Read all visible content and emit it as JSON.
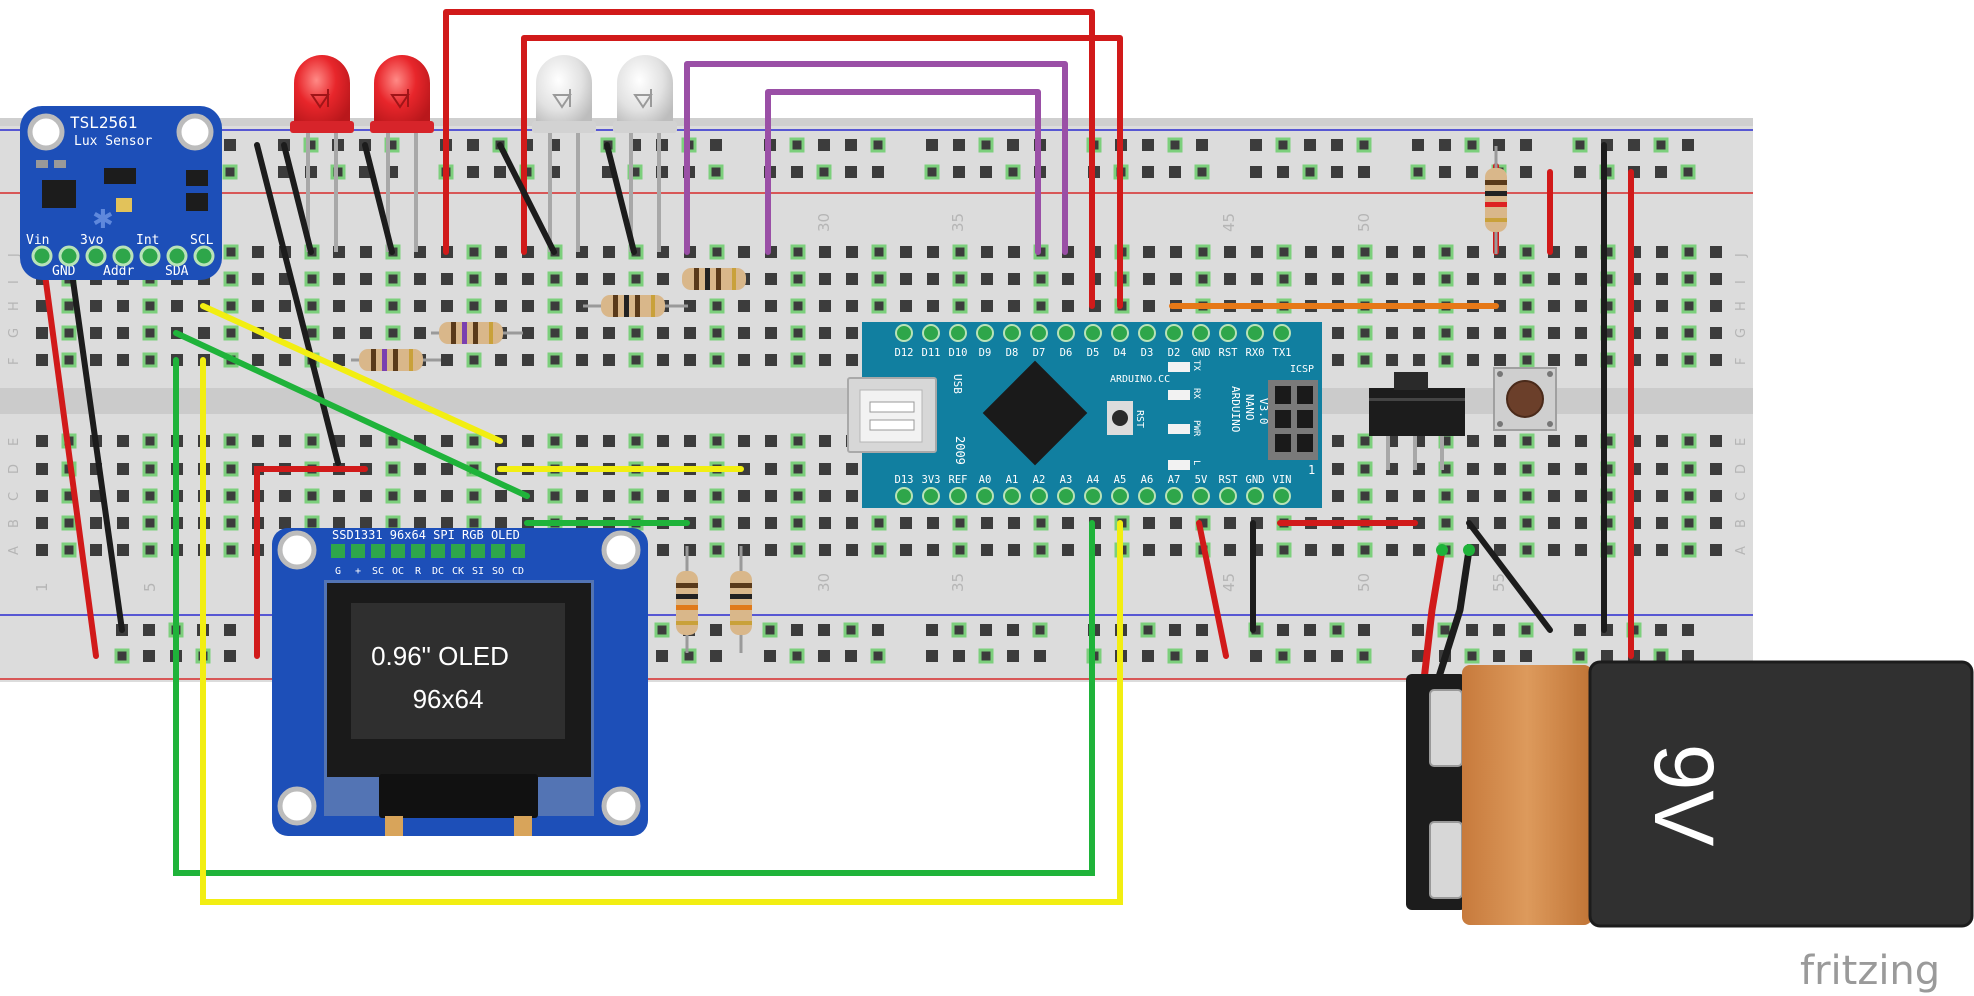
{
  "breadboard": {
    "col_numbers": [
      "1",
      "5",
      "30",
      "35",
      "45",
      "50",
      "55"
    ],
    "row_letters": [
      "J",
      "I",
      "H",
      "G",
      "F",
      "E",
      "D",
      "C",
      "B",
      "A"
    ]
  },
  "sensor": {
    "name": "TSL2561",
    "subtitle": "Lux Sensor",
    "pin_labels": [
      "Vin",
      "3vo",
      "Int",
      "SCL",
      "GND",
      "Addr",
      "SDA"
    ]
  },
  "oled": {
    "header": "SSD1331 96x64 SPI RGB OLED",
    "pins": [
      "G",
      "+",
      "SC",
      "OC",
      "R",
      "DC",
      "CK",
      "SI",
      "SO",
      "CD"
    ],
    "screen_line1": "0.96\" OLED",
    "screen_line2": "96x64"
  },
  "arduino": {
    "top_pins": [
      "D12",
      "D11",
      "D10",
      "D9",
      "D8",
      "D7",
      "D6",
      "D5",
      "D4",
      "D3",
      "D2",
      "GND",
      "RST",
      "RX0",
      "TX1"
    ],
    "bottom_pins": [
      "D13",
      "3V3",
      "REF",
      "A0",
      "A1",
      "A2",
      "A3",
      "A4",
      "A5",
      "A6",
      "A7",
      "5V",
      "RST",
      "GND",
      "VIN"
    ],
    "usb": "USB",
    "year": "2009",
    "brand": "ARDUINO.CC",
    "tx": "TX",
    "rx": "RX",
    "pwr": "PWR",
    "l": "L",
    "rst": "RST",
    "icsp": "ICSP",
    "model": [
      "ARDUINO",
      "NANO",
      "V3.0"
    ],
    "pin1": "1"
  },
  "battery": {
    "label": "9V"
  },
  "logo": {
    "text": "fritzing"
  },
  "colors": {
    "wire_red": "#d11a1a",
    "wire_black": "#1c1c1c",
    "wire_green": "#1fb33a",
    "wire_yellow": "#f2ee12",
    "wire_purple": "#9a4fa6",
    "wire_orange": "#e67817",
    "pcb_blue": "#1d4fb8",
    "nano_blue": "#117fa0",
    "led_red": "#e8262b",
    "breadboard": "#dcdcdc"
  }
}
